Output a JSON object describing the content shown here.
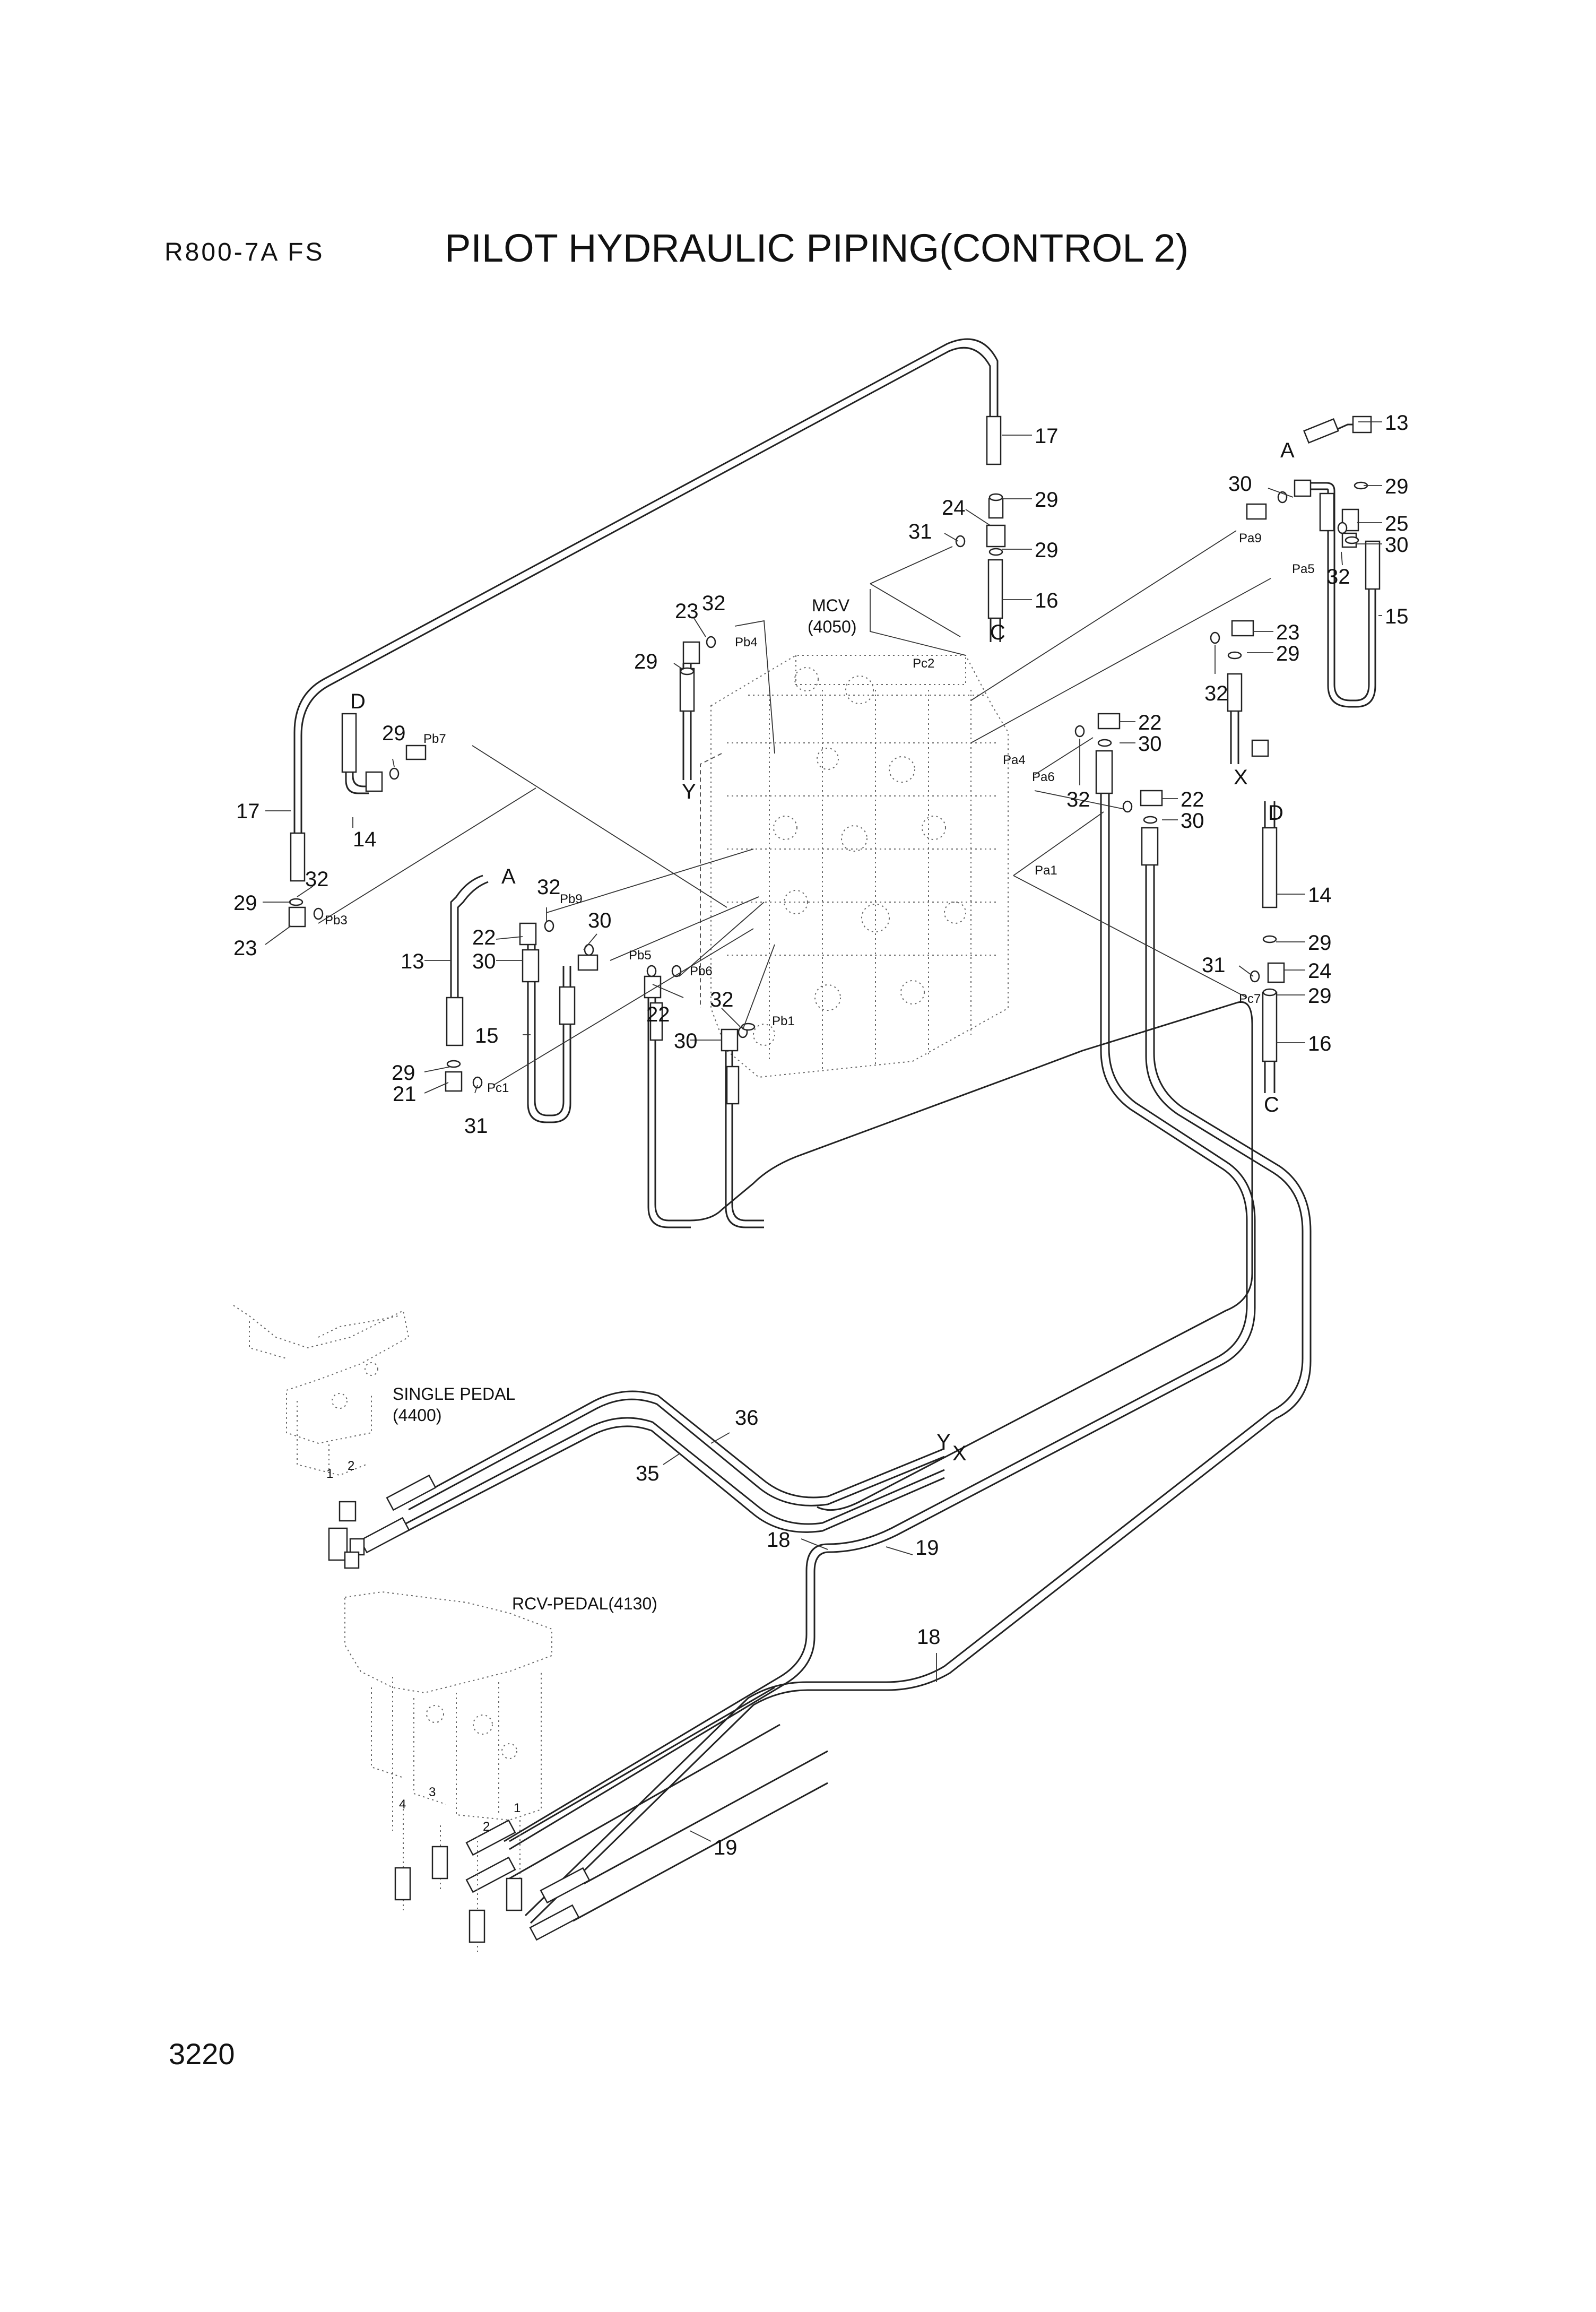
{
  "header": {
    "model": "R800-7A  FS",
    "title": "PILOT HYDRAULIC PIPING(CONTROL 2)"
  },
  "footer": {
    "page_number": "3220"
  },
  "components": {
    "mcv": "MCV",
    "mcv_code": "(4050)",
    "single_pedal": "SINGLE PEDAL",
    "single_pedal_code": "(4400)",
    "rcv_pedal": "RCV-PEDAL(4130)"
  },
  "ports": {
    "pb4": "Pb4",
    "pc2": "Pc2",
    "pa9": "Pa9",
    "pa5": "Pa5",
    "pb7": "Pb7",
    "pa4": "Pa4",
    "pa6": "Pa6",
    "pb3": "Pb3",
    "pb9": "Pb9",
    "pb5": "Pb5",
    "pa1": "Pa1",
    "pb6": "Pb6",
    "pb1": "Pb1",
    "pc1": "Pc1",
    "pc7": "Pc7"
  },
  "connection_tags": {
    "a_left": "A",
    "a_right": "A",
    "d_left": "D",
    "d_right": "D",
    "c_top": "C",
    "c_right": "C",
    "x_top": "X",
    "x_bottom": "X",
    "y_top": "Y",
    "y_bottom": "Y"
  },
  "pedal_ports": {
    "sp1": "1",
    "sp2": "2",
    "rp1": "1",
    "rp2": "2",
    "rp3": "3",
    "rp4": "4"
  },
  "callouts": {
    "c17a": "17",
    "c29a": "29",
    "c24a": "24",
    "c31a": "31",
    "c29b": "29",
    "c16a": "16",
    "c13a": "13",
    "c29c": "29",
    "c30a": "30",
    "c25": "25",
    "c30b": "30",
    "c32a": "32",
    "c15a": "15",
    "c23a": "23",
    "c32b": "32",
    "c29d": "29",
    "c23b": "23",
    "c29e": "29",
    "c32c": "32",
    "c29f": "29",
    "c14a": "14",
    "c22a": "22",
    "c30c": "30",
    "c32d": "32",
    "c22b": "22",
    "c30d": "30",
    "c17b": "17",
    "c32e": "32",
    "c29g": "29",
    "c23c": "23",
    "c32f": "32",
    "c22c": "22",
    "c30e": "30",
    "c13b": "13",
    "c30f": "30",
    "c15b": "15",
    "c22d": "22",
    "c32g": "32",
    "c30g": "30",
    "c29h": "29",
    "c21": "21",
    "c31b": "31",
    "c14b": "14",
    "c29i": "29",
    "c31c": "31",
    "c24b": "24",
    "c29j": "29",
    "c16b": "16",
    "c36": "36",
    "c35": "35",
    "c18a": "18",
    "c19a": "19",
    "c18b": "18",
    "c19b": "19"
  }
}
